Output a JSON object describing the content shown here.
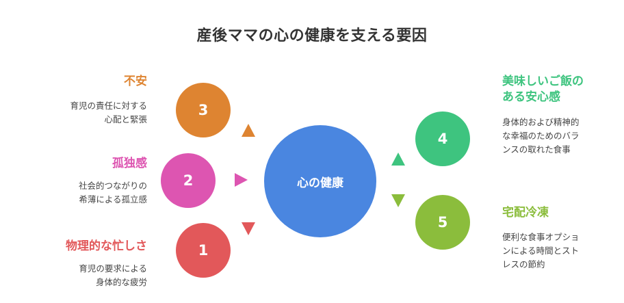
{
  "title": "産後ママの心の健康を支える要因",
  "center": {
    "label": "心の健康",
    "color": "#4a86e0"
  },
  "factors": [
    {
      "number": "3",
      "title": "不安",
      "desc_lines": [
        "育児の責任に対する",
        "心配と緊張"
      ],
      "color": "#de8431"
    },
    {
      "number": "2",
      "title": "孤独感",
      "desc_lines": [
        "社会的つながりの",
        "希薄による孤立感"
      ],
      "color": "#dd55b1"
    },
    {
      "number": "1",
      "title": "物理的な忙しさ",
      "desc_lines": [
        "育児の要求による",
        "身体的な疲労"
      ],
      "color": "#e2585a"
    },
    {
      "number": "4",
      "title_lines": [
        "美味しいご飯の",
        "ある安心感"
      ],
      "desc_lines": [
        "身体的および精神的",
        "な幸福のためのバラ",
        "ンスの取れた食事"
      ],
      "color": "#3ec47f"
    },
    {
      "number": "5",
      "title": "宅配冷凍",
      "desc_lines": [
        "便利な食事オプショ",
        "ンによる時間とスト",
        "レスの節約"
      ],
      "color": "#8bbd3c"
    }
  ]
}
